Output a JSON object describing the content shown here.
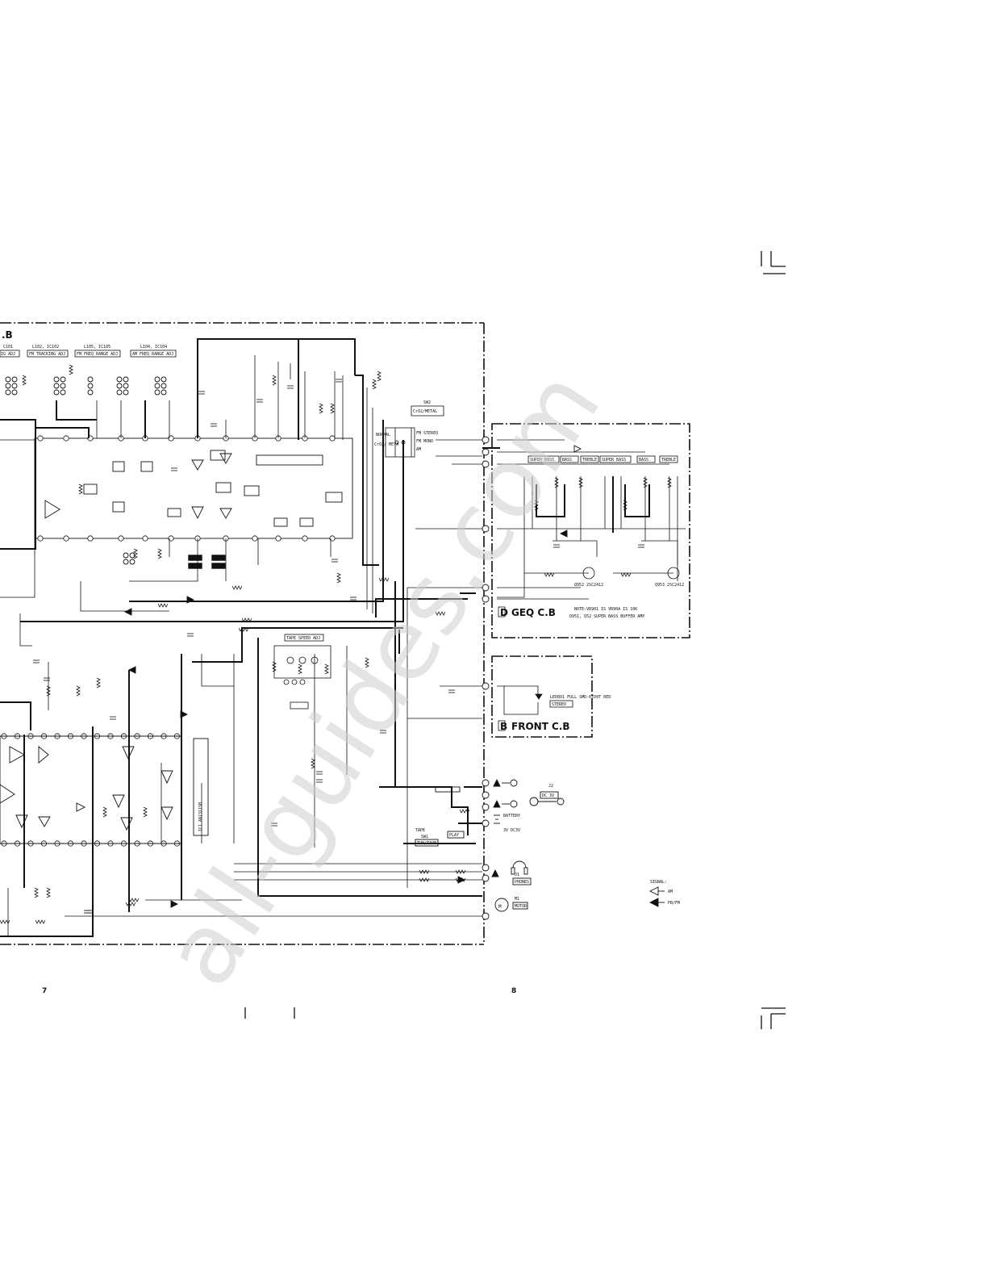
{
  "main_board_label": ".B",
  "adjust_boxes": [
    "IG ADJ",
    "FM TRACKING ADJ",
    "FM FREQ RANGE ADJ",
    "AM FREQ RANGE ADJ"
  ],
  "adjust_refs": [
    "C101",
    "L102, IC102",
    "L105, IC105",
    "L104, IC104"
  ],
  "tape_speed_label": "TAPE SPEED ADJ",
  "sw2_box": "CrO2/METAL",
  "sw2_name": "SW2",
  "fm_switch": [
    "FM STEREO",
    "FM MONO",
    "AM"
  ],
  "normal_label": "NORMAL",
  "crome_label": "CrO2/ META",
  "geq_board": {
    "letter": "D",
    "title": "GEQ C.B",
    "band_labels": [
      "SUPER BASS",
      "BASS",
      "TREBLE",
      "SUPER BASS",
      "BASS",
      "TREBLE"
    ],
    "transistors": [
      "Q952 2SC2412",
      "Q953 2SC2412"
    ],
    "note_line1": "NOTE:VR901 IS VR90A IS 10K",
    "note_line2": "Q951, Q52 SUPER BASS BUFFER AMP"
  },
  "front_board": {
    "letter": "B",
    "title": "FRONT C.B",
    "led_text": "LED801 FULL SMD-0TD0T RED",
    "led_box": "STEREO"
  },
  "jack_labels": {
    "dc_jack": "J2",
    "dc_box": "DC 3V",
    "battery": "BATTERY",
    "battery_spec": "3V DC3V",
    "phones_box": "PHONES",
    "phones_ref": "J1",
    "motor_ref": "M1",
    "motor_box": "MOTOR"
  },
  "tape_switch": {
    "name": "TAPE",
    "ref": "SW1",
    "box": "TUN/TAPE",
    "play_box": "PLAY"
  },
  "signal_legend": {
    "title": "SIGNAL:",
    "items": [
      "AM",
      "PB/FM"
    ]
  },
  "ic_label": "IC1 AN7311SB",
  "page_numbers": [
    "7",
    "8"
  ],
  "watermark": "all-guides.com",
  "colors": {
    "line": "#111111",
    "background": "#ffffff",
    "watermark": "#cfcfcf"
  }
}
